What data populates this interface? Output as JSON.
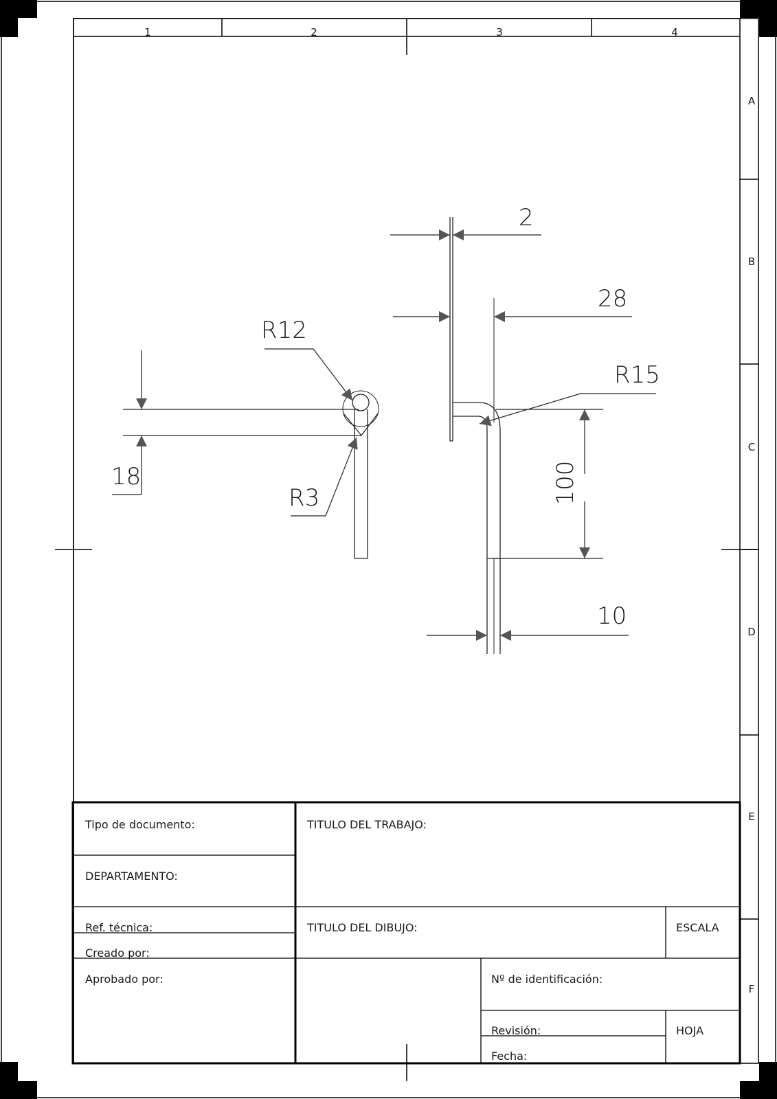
{
  "border": {
    "columns": [
      "1",
      "2",
      "3",
      "4"
    ],
    "rows": [
      "A",
      "B",
      "C",
      "D",
      "E",
      "F"
    ]
  },
  "dimensions": {
    "thickness": "2",
    "offset": "28",
    "bend_radius_right": "R15",
    "bend_radius_outer": "R12",
    "bend_radius_inner": "R3",
    "height": "18",
    "length": "100",
    "width": "10"
  },
  "title_block": {
    "doc_type": "Tipo de documento:",
    "department": "DEPARTAMENTO:",
    "work_title": "TITULO DEL TRABAJO:",
    "tech_ref": "Ref. técnica:",
    "created_by": "Creado por:",
    "drawing_title": "TITULO DEL DIBUJO:",
    "scale": "ESCALA",
    "approved_by": "Aprobado por:",
    "id_number": "Nº de identificación:",
    "revision": "Revisión:",
    "date": "Fecha:",
    "sheet": "HOJA"
  }
}
